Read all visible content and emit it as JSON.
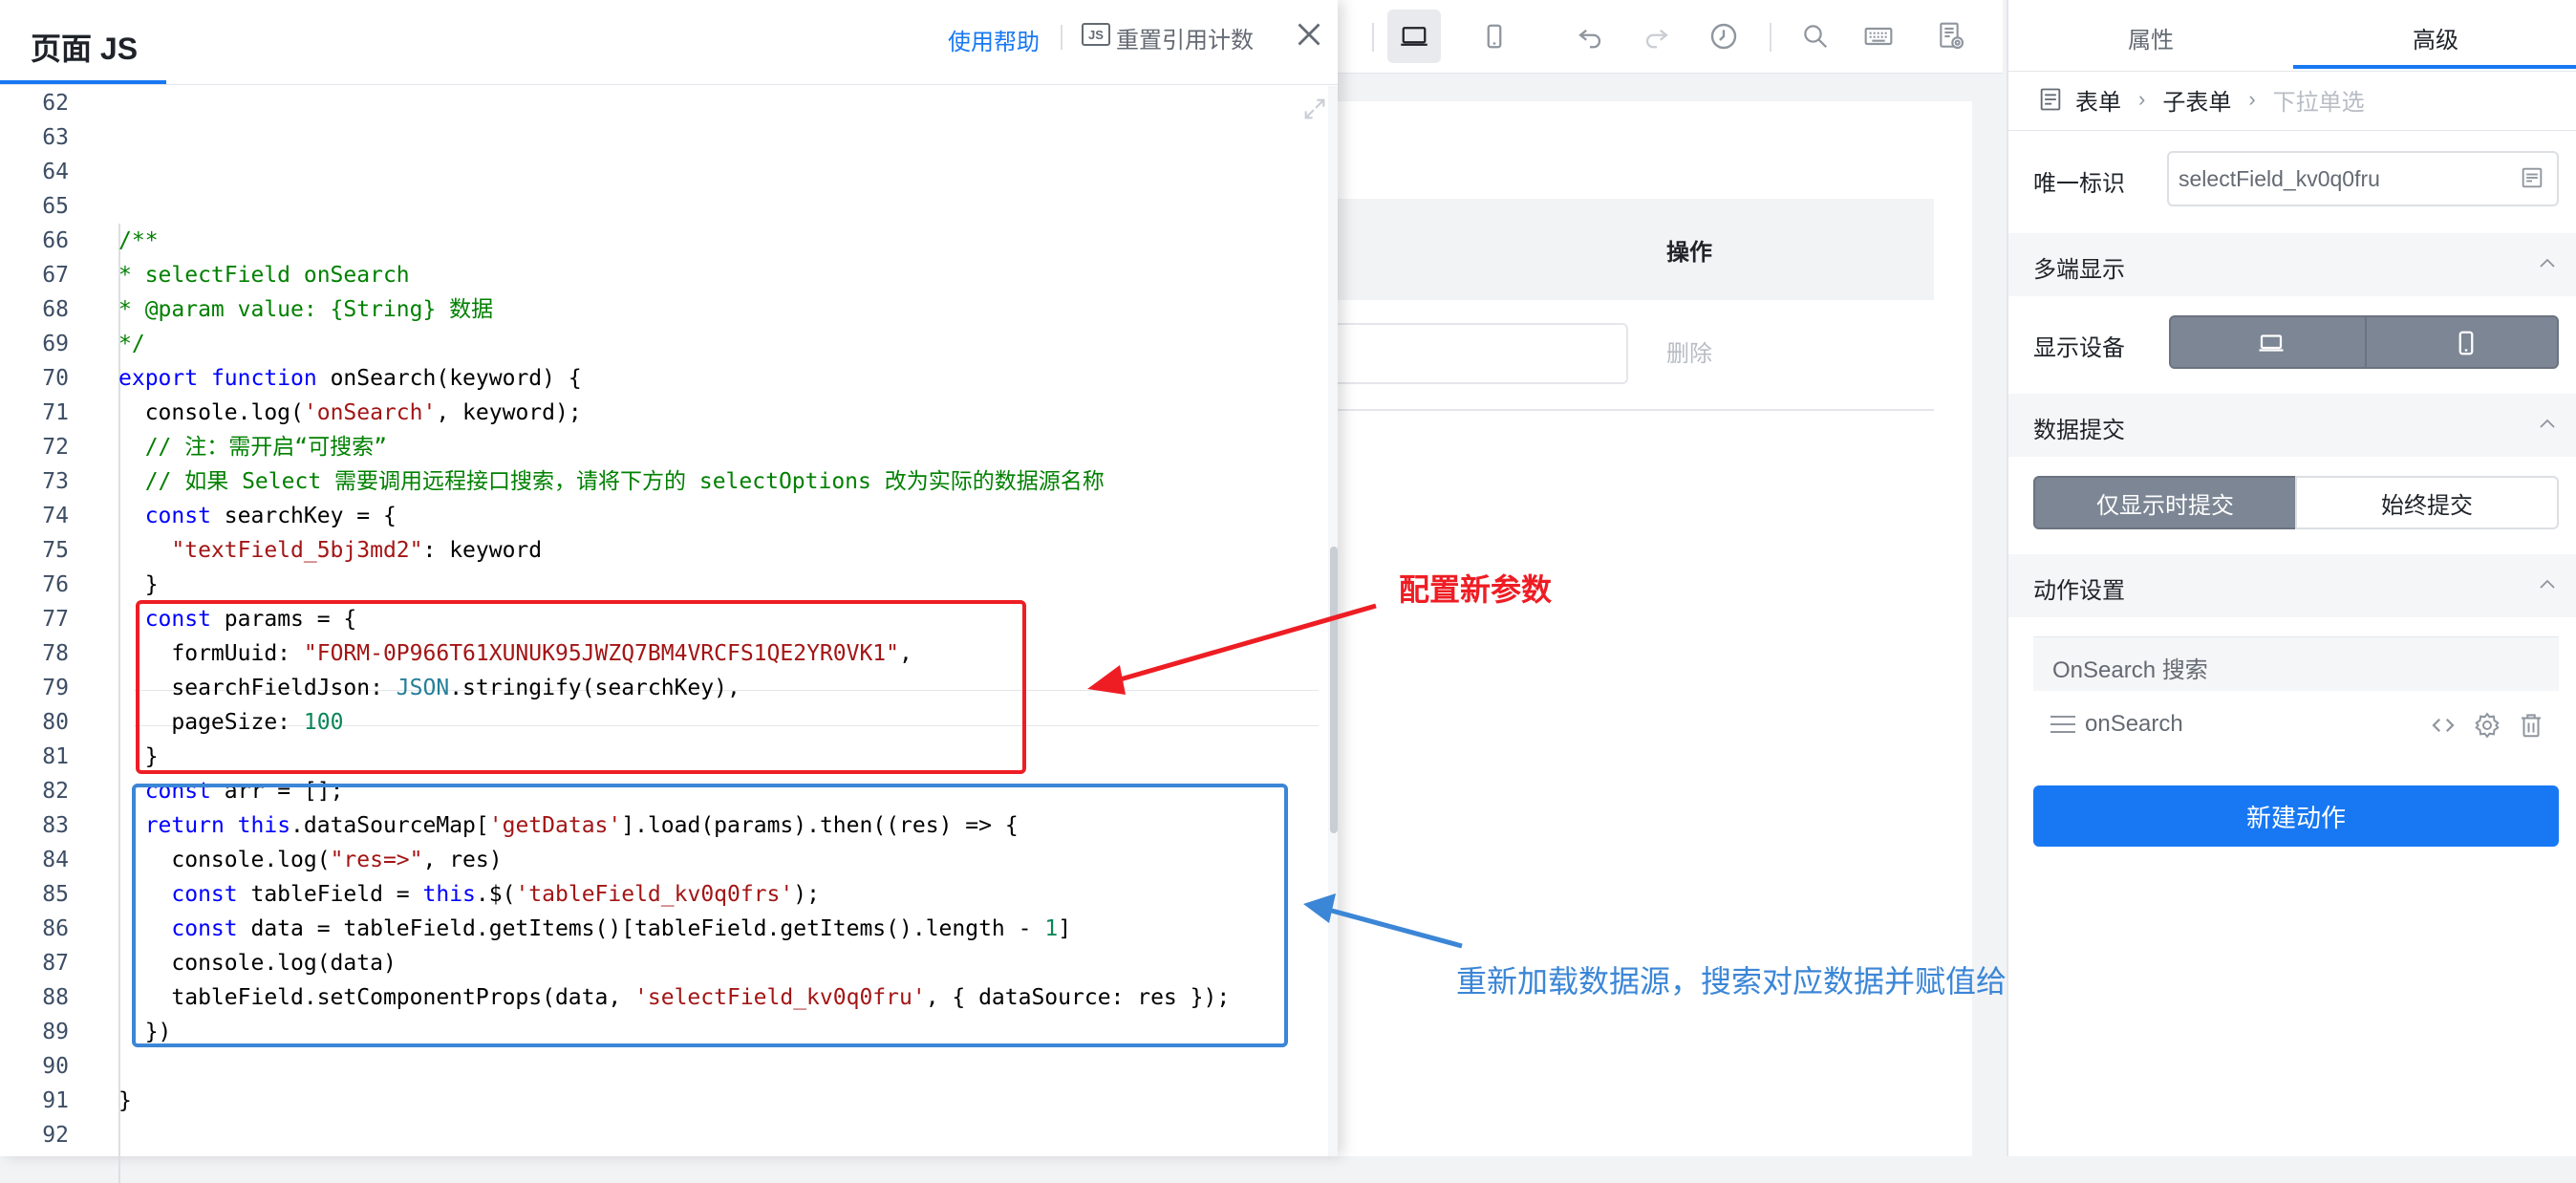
{
  "modal": {
    "title": "页面 JS",
    "help": "使用帮助",
    "js_badge": "JS",
    "reset_count": "重置引用计数"
  },
  "code_lines": [
    {
      "n": "62",
      "t": ""
    },
    {
      "n": "63",
      "t": ""
    },
    {
      "n": "64",
      "t": ""
    },
    {
      "n": "65",
      "t": ""
    },
    {
      "n": "66",
      "t": "/**"
    },
    {
      "n": "67",
      "t": "* selectField onSearch"
    },
    {
      "n": "68",
      "t": "* @param value: {String} 数据"
    },
    {
      "n": "69",
      "t": "*/"
    },
    {
      "n": "70",
      "t": "export function onSearch(keyword) {"
    },
    {
      "n": "71",
      "t": "  console.log('onSearch', keyword);"
    },
    {
      "n": "72",
      "t": "  // 注：需开启“可搜索”"
    },
    {
      "n": "73",
      "t": "  // 如果 Select 需要调用远程接口搜索，请将下方的 selectOptions 改为实际的数据源名称"
    },
    {
      "n": "74",
      "t": "  const searchKey = {"
    },
    {
      "n": "75",
      "t": "    \"textField_5bj3md2\": keyword"
    },
    {
      "n": "76",
      "t": "  }"
    },
    {
      "n": "77",
      "t": "  const params = {"
    },
    {
      "n": "78",
      "t": "    formUuid: \"FORM-0P966T61XUNUK95JWZQ7BM4VRCFS1QE2YR0VK1\","
    },
    {
      "n": "79",
      "t": "    searchFieldJson: JSON.stringify(searchKey),"
    },
    {
      "n": "80",
      "t": "    pageSize: 100"
    },
    {
      "n": "81",
      "t": "  }"
    },
    {
      "n": "82",
      "t": "  const arr = [];"
    },
    {
      "n": "83",
      "t": "  return this.dataSourceMap['getDatas'].load(params).then((res) => {"
    },
    {
      "n": "84",
      "t": "    console.log(\"res=>\", res)"
    },
    {
      "n": "85",
      "t": "    const tableField = this.$('tableField_kv0q0frs');"
    },
    {
      "n": "86",
      "t": "    const data = tableField.getItems()[tableField.getItems().length - 1]"
    },
    {
      "n": "87",
      "t": "    console.log(data)"
    },
    {
      "n": "88",
      "t": "    tableField.setComponentProps(data, 'selectField_kv0q0fru', { dataSource: res });"
    },
    {
      "n": "89",
      "t": "  })"
    },
    {
      "n": "90",
      "t": ""
    },
    {
      "n": "91",
      "t": "}"
    },
    {
      "n": "92",
      "t": ""
    }
  ],
  "annotations": {
    "red_note": "配置新参数",
    "blue_note": "重新加载数据源，搜索对应数据并赋值给子表单中的下拉单选组件",
    "red_color": "#ee1d24",
    "blue_color": "#3b86d6"
  },
  "canvas": {
    "op_header": "操作",
    "delete": "删除"
  },
  "panel": {
    "tabs": [
      "属性",
      "高级"
    ],
    "breadcrumb": [
      "表单",
      "子表单",
      "下拉单选"
    ],
    "unique_id_label": "唯一标识",
    "unique_id_value": "selectField_kv0q0fru",
    "multi_display": "多端显示",
    "display_device_label": "显示设备",
    "data_submit": "数据提交",
    "submit_visible_only": "仅显示时提交",
    "submit_always": "始终提交",
    "action_settings": "动作设置",
    "action_group": "OnSearch 搜索",
    "action_name": "onSearch",
    "new_action": "新建动作"
  },
  "colors": {
    "accent": "#1878f3",
    "segment_active": "#7c8694"
  }
}
